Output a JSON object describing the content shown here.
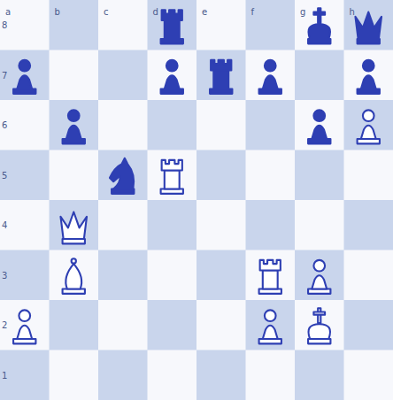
{
  "diagram": {
    "labels": [
      "a",
      "b",
      "c",
      "d",
      "e",
      "f",
      "g",
      "h",
      "8",
      "7",
      "6",
      "5",
      "4",
      "3",
      "2",
      "1"
    ]
  }
}
